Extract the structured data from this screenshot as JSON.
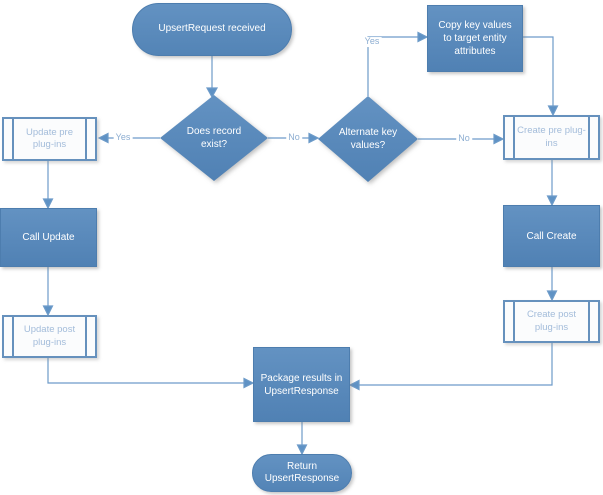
{
  "diagram": {
    "description": "Upsert request flowchart",
    "colors": {
      "node_fill": "#5788ba",
      "node_border": "#4d7dae",
      "node_text": "#ffffff",
      "subprocess_fill": "#fbfcfd",
      "subprocess_border": "#6691bd",
      "subprocess_text": "#a3bcda",
      "connector": "#6d9bc9",
      "edge_label_text": "#8cadd1",
      "background": "#ffffff"
    },
    "nodes": {
      "start": {
        "label": "UpsertRequest received",
        "type": "terminator"
      },
      "does_record_exist": {
        "label": "Does record exist?",
        "type": "decision"
      },
      "alternate_key": {
        "label": "Alternate key values?",
        "type": "decision"
      },
      "copy_key_values": {
        "label": "Copy key values to target entity attributes",
        "type": "process"
      },
      "update_pre": {
        "label": "Update pre plug-ins",
        "type": "subprocess"
      },
      "call_update": {
        "label": "Call Update",
        "type": "process"
      },
      "update_post": {
        "label": "Update post plug-ins",
        "type": "subprocess"
      },
      "create_pre": {
        "label": "Create pre plug-ins",
        "type": "subprocess"
      },
      "call_create": {
        "label": "Call Create",
        "type": "process"
      },
      "create_post": {
        "label": "Create post plug-ins",
        "type": "subprocess"
      },
      "package_results": {
        "label": "Package results in UpsertResponse",
        "type": "process"
      },
      "return_response": {
        "label": "Return UpsertResponse",
        "type": "terminator"
      }
    },
    "edge_labels": {
      "does_exist_yes": "Yes",
      "does_exist_no": "No",
      "alternate_yes": "Yes",
      "alternate_no": "No"
    }
  }
}
